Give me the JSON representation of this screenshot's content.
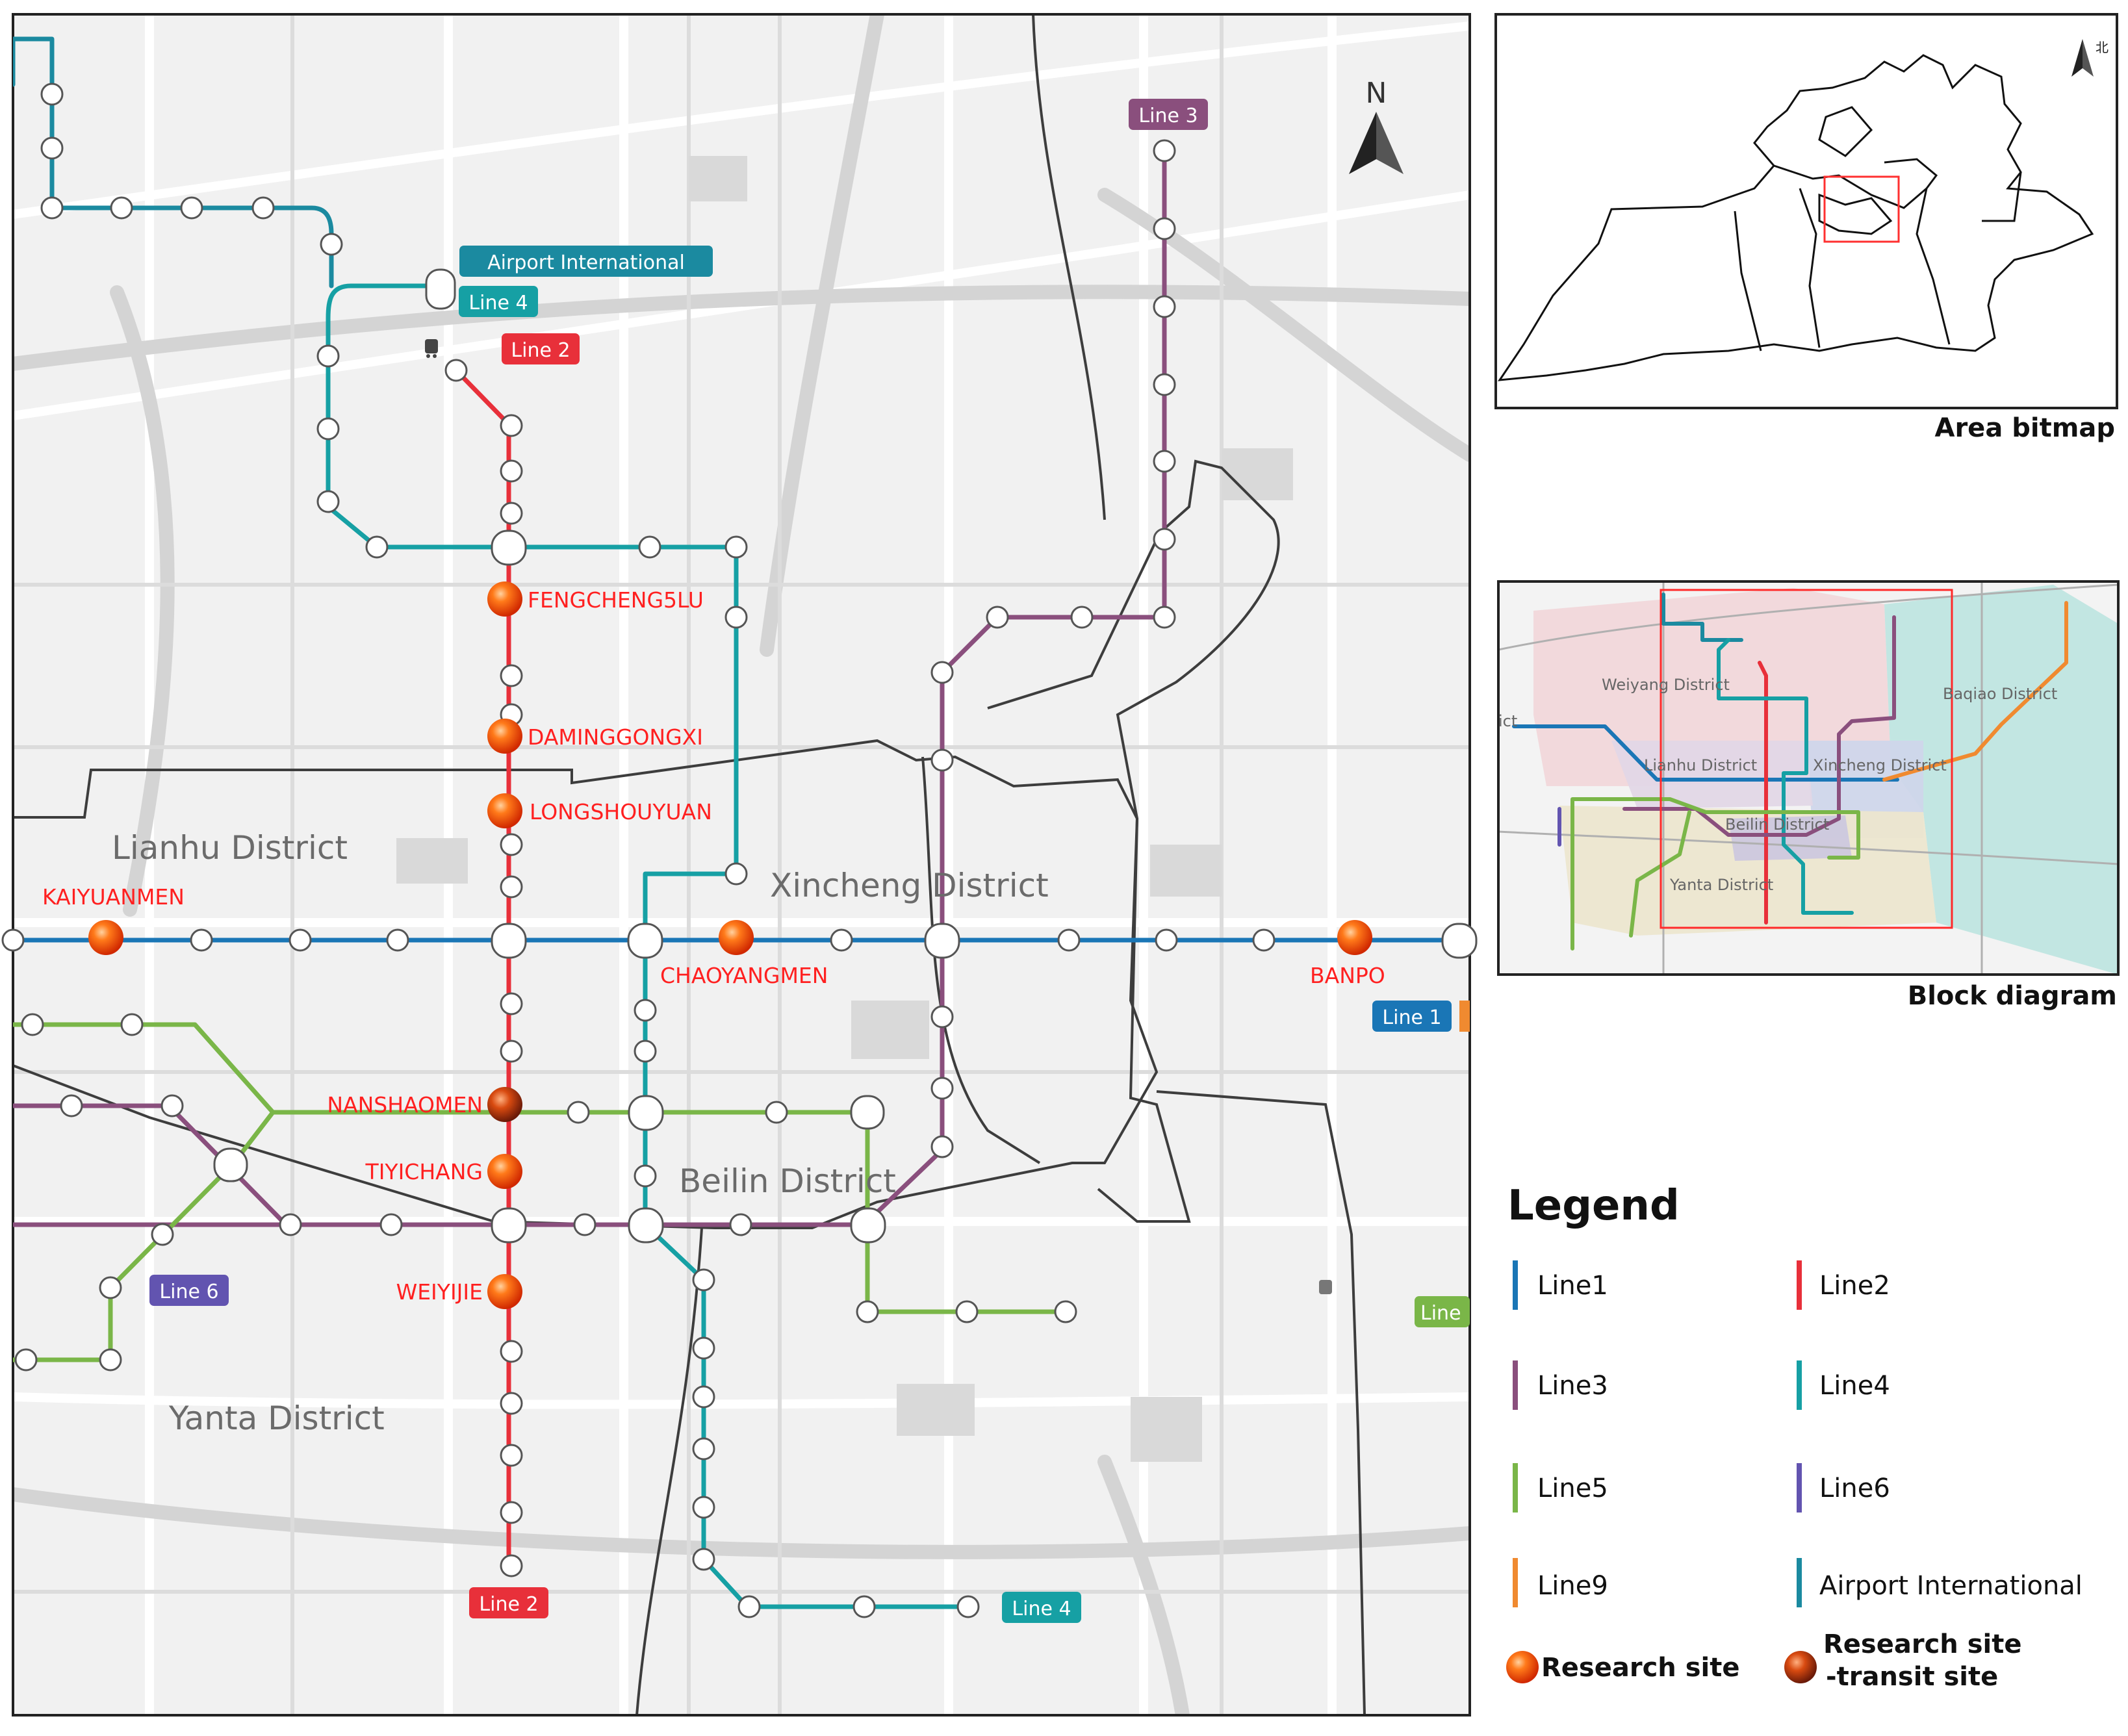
{
  "map": {
    "north": "N",
    "districts": {
      "lianhu": "Lianhu District",
      "xincheng": "Xincheng District",
      "beilin": "Beilin District",
      "yanta": "Yanta District"
    },
    "line_tags": {
      "line2_top": "Line 2",
      "line2_bottom": "Line 2",
      "line3": "Line 3",
      "line4_top": "Line 4",
      "line4_bottom": "Line 4",
      "airport": "Airport International",
      "line1": "Line 1",
      "line6": "Line 6",
      "line5_cut": "Line"
    },
    "sites": {
      "fengcheng5lu": "FENGCHENG5LU",
      "daminggongxi": "DAMINGGONGXI",
      "longshouyuan": "LONGSHOUYUAN",
      "kaiyuanmen": "KAIYUANMEN",
      "chaoyangmen": "CHAOYANGMEN",
      "banpo": "BANPO",
      "nanshaomen": "NANSHAOMEN",
      "tiyichang": "TIYICHANG",
      "weiyijie": "WEIYIJIE"
    }
  },
  "area_bitmap": {
    "north_glyph": "北",
    "caption": "Area bitmap"
  },
  "block_diagram": {
    "caption": "Block diagram",
    "labels": {
      "weiyang": "Weiyang District",
      "lianhu": "Lianhu District",
      "xincheng": "Xincheng District",
      "baqiao": "Baqiao District",
      "beilin": "Beilin District",
      "yanta": "Yanta District",
      "edge": "ict"
    }
  },
  "legend": {
    "title": "Legend",
    "line1": "Line1",
    "line2": "Line2",
    "line3": "Line3",
    "line4": "Line4",
    "line5": "Line5",
    "line6": "Line6",
    "line9": "Line9",
    "airport": "Airport International",
    "research_site": "Research site",
    "research_transit_l1": "Research site",
    "research_transit_l2": "-transit site"
  },
  "colors": {
    "line1": "#1a76b6",
    "line2": "#e8303a",
    "line3": "#8a4f7d",
    "line4": "#16a0a4",
    "line5": "#7ab648",
    "line6": "#6254b0",
    "line9": "#f08a30",
    "airport": "#1b8aa0",
    "site_red": "#ff2020"
  }
}
